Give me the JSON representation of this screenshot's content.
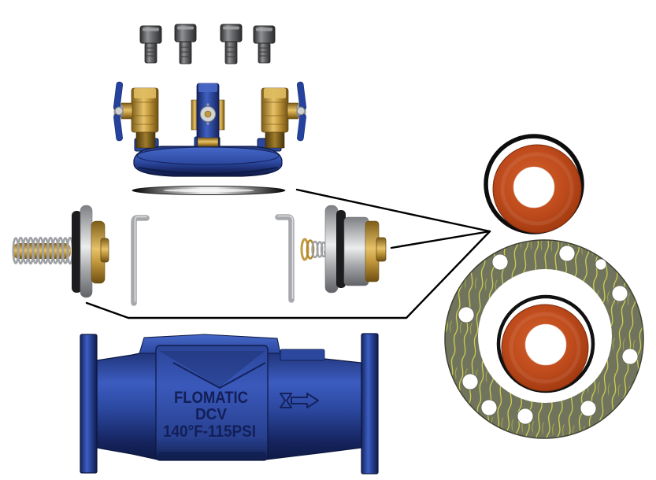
{
  "diagram": {
    "type": "exploded-parts-diagram",
    "product": {
      "brand": "FLOMATIC",
      "model": "DCV",
      "rating": "140°F-115PSI",
      "flow_direction": "right"
    },
    "parts": [
      {
        "name": "cover-bolts",
        "count": 4
      },
      {
        "name": "cover-assembly-with-test-cocks",
        "test_cocks": 2
      },
      {
        "name": "cover-o-ring-gasket"
      },
      {
        "name": "left-check-module-with-spring"
      },
      {
        "name": "left-retainer-pin"
      },
      {
        "name": "right-retainer-pin"
      },
      {
        "name": "right-check-module"
      },
      {
        "name": "valve-body"
      },
      {
        "name": "upper-seal-disc-with-o-ring"
      },
      {
        "name": "flange-gasket-with-seal-disc",
        "bolt_holes": 10
      }
    ],
    "colors": {
      "body_blue": "#2e4fae",
      "navy_edge": "#0d1840",
      "brass": "#c49a3e",
      "steel_gray": "#9b9ca0",
      "seal_red": "#bf4a1c",
      "gasket_olive": "#70745c",
      "gasket_wave_yellow": "#d6d54f",
      "oring_black": "#111111"
    }
  }
}
